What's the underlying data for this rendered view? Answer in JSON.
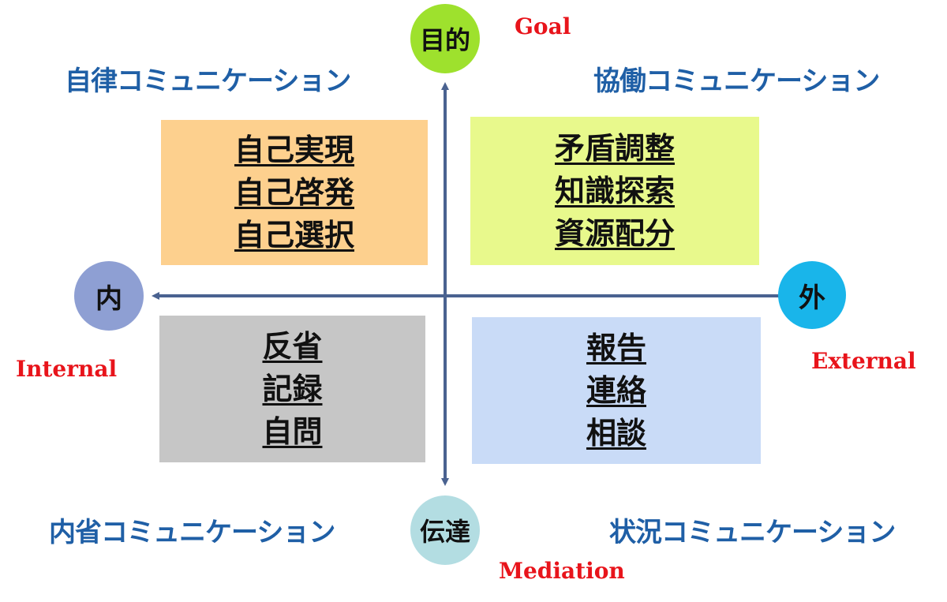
{
  "axes": {
    "top_label": "目的",
    "bottom_label": "伝達",
    "left_label": "内",
    "right_label": "外",
    "top_english": "Goal",
    "bottom_english": "Mediation",
    "left_english": "Internal",
    "right_english": "External"
  },
  "quadrants": {
    "top_left": {
      "title": "自律コミュニケーション",
      "items": [
        "自己実現",
        "自己啓発",
        "自己選択"
      ]
    },
    "top_right": {
      "title": "協働コミュニケーション",
      "items": [
        "矛盾調整",
        "知識探索",
        "資源配分"
      ]
    },
    "bottom_left": {
      "title": "内省コミュニケーション",
      "items": [
        "反省",
        "記録",
        "自問"
      ]
    },
    "bottom_right": {
      "title": "状況コミュニケーション",
      "items": [
        "報告",
        "連絡",
        "相談"
      ]
    }
  },
  "colors": {
    "axis": "#4a6290",
    "title_text": "#1f5fa6",
    "english_text": "#e8141b",
    "top_left_box": "#fdd08e",
    "top_right_box": "#e8f98c",
    "bottom_left_box": "#c6c6c6",
    "bottom_right_box": "#c9dbf7",
    "circle_top": "#9ee12d",
    "circle_bottom": "#b3dde2",
    "circle_left": "#8e9fd3",
    "circle_right": "#19b5ea"
  }
}
